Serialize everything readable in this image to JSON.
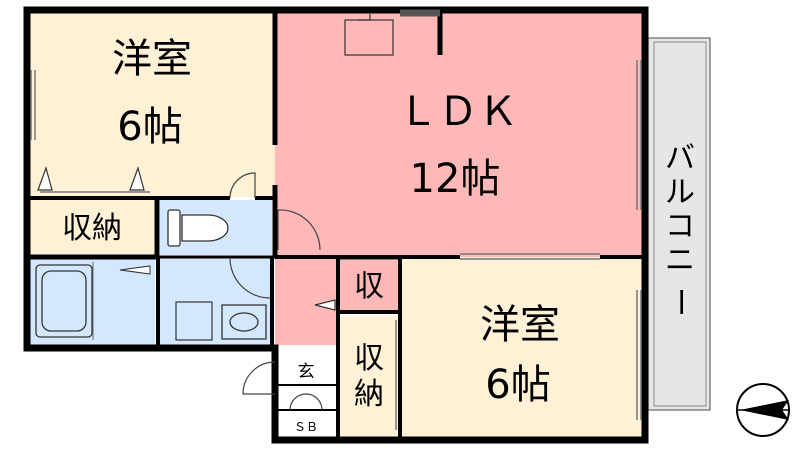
{
  "colors": {
    "western_room": "#FFF1D6",
    "ldk": "#FFB8B8",
    "wet_area": "#D3E8FF",
    "storage": "#FFF1D6",
    "balcony": "#E6E6E6",
    "wall": "#000000"
  },
  "rooms": {
    "west_room_top": {
      "name": "洋室",
      "size": "6帖"
    },
    "ldk": {
      "name": "ＬＤＫ",
      "size": "12帖"
    },
    "west_room_bottom": {
      "name": "洋室",
      "size": "6帖"
    },
    "storage_left": {
      "label": "収納"
    },
    "storage_small": {
      "label": "収"
    },
    "storage_mid": {
      "label": "収納"
    },
    "entrance": {
      "label": "玄"
    },
    "shoe_box": {
      "label": "ＳＢ"
    },
    "balcony": {
      "label": "バルコニー"
    }
  },
  "icons": {
    "north_arrow": "compass-icon",
    "toilet": "toilet-icon",
    "bathtub": "bathtub-icon",
    "sink": "washbasin-icon"
  }
}
